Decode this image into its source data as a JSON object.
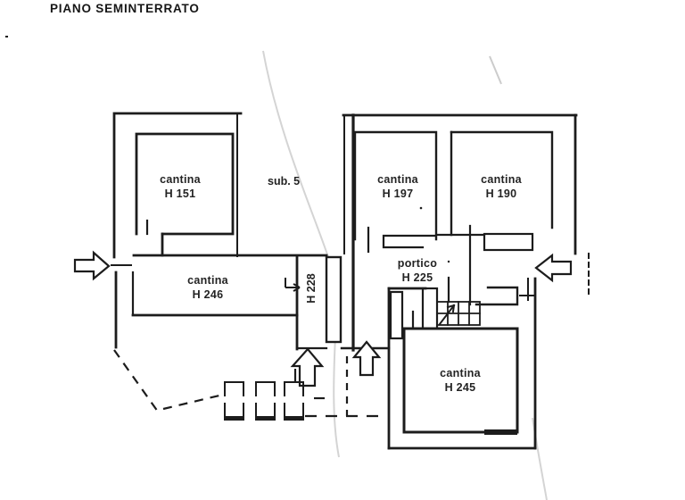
{
  "title": "PIANO SEMINTERRATO",
  "annotations": {
    "sub_label": "sub. 5",
    "corridor_height": "H 228",
    "portico_name": "portico",
    "portico_height": "H 225"
  },
  "rooms": [
    {
      "id": "h151",
      "name": "cantina",
      "height": "H 151"
    },
    {
      "id": "h246",
      "name": "cantina",
      "height": "H 246"
    },
    {
      "id": "h197",
      "name": "cantina",
      "height": "H 197"
    },
    {
      "id": "h190",
      "name": "cantina",
      "height": "H 190"
    },
    {
      "id": "h245",
      "name": "cantina",
      "height": "H 245"
    }
  ],
  "symbols": {
    "entrance-arrow-west": "block arrow pointing right (entrance on left side)",
    "entrance-arrow-east": "block arrow pointing left (entrance on right side)",
    "entrance-arrow-south-left": "block arrow pointing up (lower entrance)",
    "entrance-arrow-south-right": "block arrow pointing up (lower entrance)",
    "door-swing-arrow": "small arrow through corridor wall",
    "stairs": "stair run with diagonal direction arrow",
    "dashed-boundary": "dashed property/projection lines with dashed pillars"
  },
  "colors": {
    "ink": "#1c1c1c",
    "paper": "#ffffff",
    "crease": "#d4d4d4"
  }
}
